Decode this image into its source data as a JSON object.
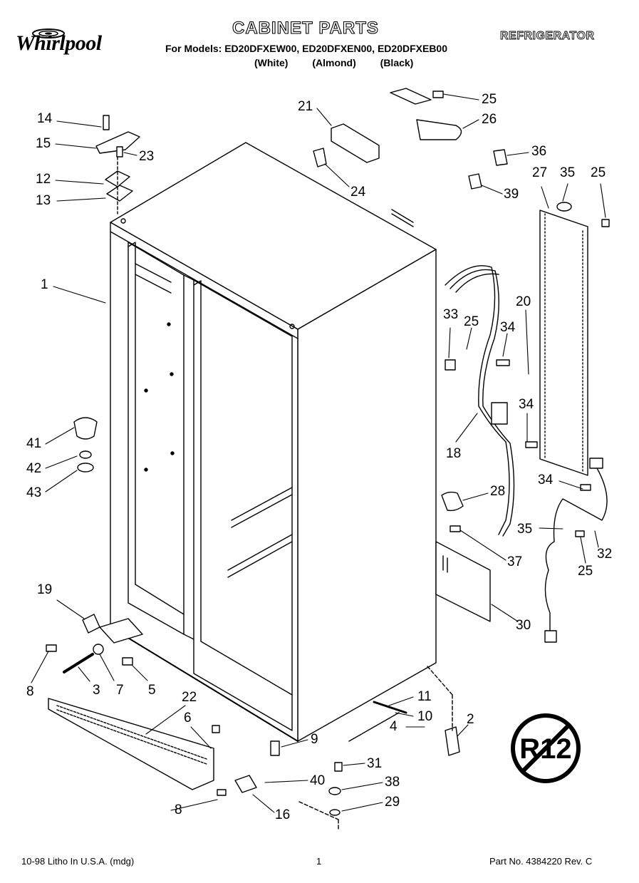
{
  "header": {
    "brand": "Whirlpool",
    "title": "CABINET PARTS",
    "models_line": "For Models: ED20DFXEW00, ED20DFXEN00, ED20DFXEB00",
    "variants": [
      "(White)",
      "(Almond)",
      "(Black)"
    ],
    "category": "REFRIGERATOR"
  },
  "badge": {
    "text": "R12"
  },
  "callouts": [
    {
      "id": "c14",
      "label": "14"
    },
    {
      "id": "c15",
      "label": "15"
    },
    {
      "id": "c23",
      "label": "23"
    },
    {
      "id": "c12",
      "label": "12"
    },
    {
      "id": "c13",
      "label": "13"
    },
    {
      "id": "c1",
      "label": "1"
    },
    {
      "id": "c21",
      "label": "21"
    },
    {
      "id": "c24",
      "label": "24"
    },
    {
      "id": "c25a",
      "label": "25"
    },
    {
      "id": "c26",
      "label": "26"
    },
    {
      "id": "c36",
      "label": "36"
    },
    {
      "id": "c27",
      "label": "27"
    },
    {
      "id": "c35a",
      "label": "35"
    },
    {
      "id": "c25b",
      "label": "25"
    },
    {
      "id": "c39",
      "label": "39"
    },
    {
      "id": "c33",
      "label": "33"
    },
    {
      "id": "c25c",
      "label": "25"
    },
    {
      "id": "c34a",
      "label": "34"
    },
    {
      "id": "c20",
      "label": "20"
    },
    {
      "id": "c34b",
      "label": "34"
    },
    {
      "id": "c18",
      "label": "18"
    },
    {
      "id": "c41",
      "label": "41"
    },
    {
      "id": "c42",
      "label": "42"
    },
    {
      "id": "c43",
      "label": "43"
    },
    {
      "id": "c28",
      "label": "28"
    },
    {
      "id": "c34c",
      "label": "34"
    },
    {
      "id": "c35b",
      "label": "35"
    },
    {
      "id": "c32",
      "label": "32"
    },
    {
      "id": "c37",
      "label": "37"
    },
    {
      "id": "c25d",
      "label": "25"
    },
    {
      "id": "c19",
      "label": "19"
    },
    {
      "id": "c30",
      "label": "30"
    },
    {
      "id": "c8a",
      "label": "8"
    },
    {
      "id": "c3",
      "label": "3"
    },
    {
      "id": "c7",
      "label": "7"
    },
    {
      "id": "c5",
      "label": "5"
    },
    {
      "id": "c22",
      "label": "22"
    },
    {
      "id": "c11",
      "label": "11"
    },
    {
      "id": "c10",
      "label": "10"
    },
    {
      "id": "c6",
      "label": "6"
    },
    {
      "id": "c2",
      "label": "2"
    },
    {
      "id": "c4",
      "label": "4"
    },
    {
      "id": "c9",
      "label": "9"
    },
    {
      "id": "c31",
      "label": "31"
    },
    {
      "id": "c40",
      "label": "40"
    },
    {
      "id": "c38",
      "label": "38"
    },
    {
      "id": "c29",
      "label": "29"
    },
    {
      "id": "c8b",
      "label": "8"
    },
    {
      "id": "c16",
      "label": "16"
    }
  ],
  "footer": {
    "print_info": "10-98 Litho In U.S.A. (mdg)",
    "page": "1",
    "part_no": "Part No. 4384220 Rev. C"
  }
}
